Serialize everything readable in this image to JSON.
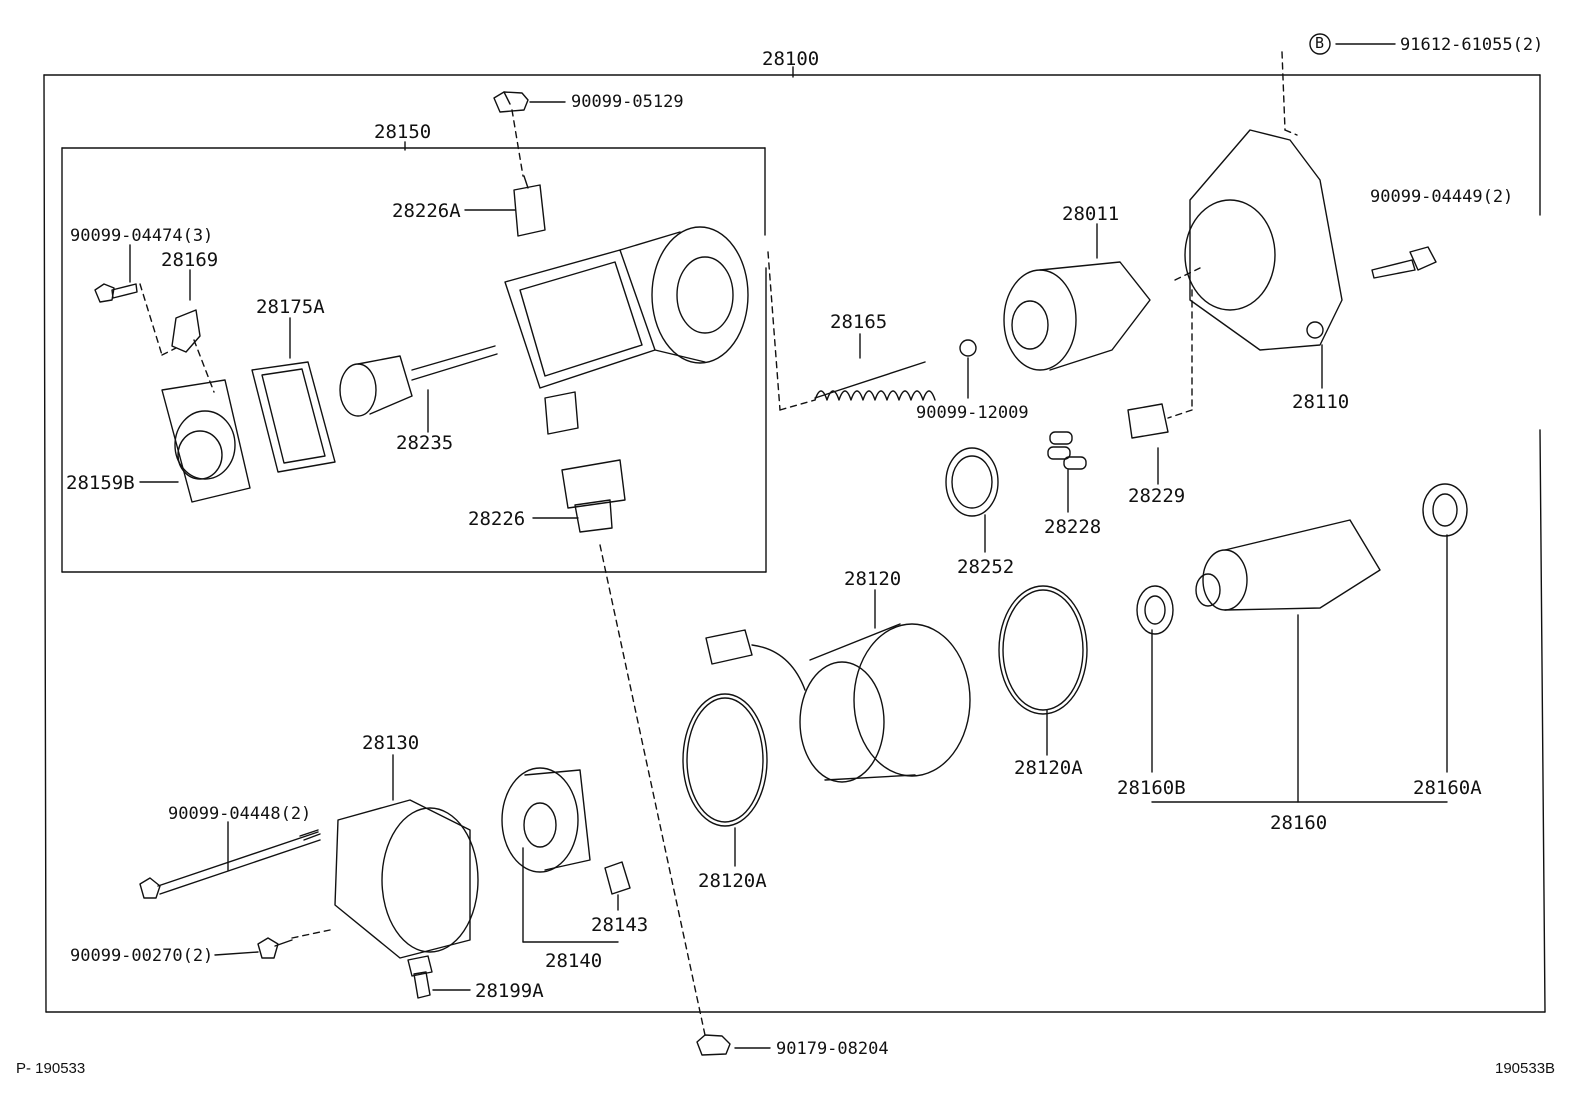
{
  "diagram": {
    "assembly_label": "28100",
    "sub_assembly_label": "28150",
    "circle_marker": "B",
    "parts": {
      "p_91612": "91612-61055(2)",
      "p_90099_05129": "90099-05129",
      "p_90099_04449": "90099-04449(2)",
      "p_90099_04474": "90099-04474(3)",
      "p_28226A": "28226A",
      "p_28169": "28169",
      "p_28175A": "28175A",
      "p_28235": "28235",
      "p_28159B": "28159B",
      "p_28226": "28226",
      "p_28011": "28011",
      "p_28165": "28165",
      "p_90099_12009": "90099-12009",
      "p_28110": "28110",
      "p_28228": "28228",
      "p_28229": "28229",
      "p_28252": "28252",
      "p_28120": "28120",
      "p_28120A_right": "28120A",
      "p_28120A_left": "28120A",
      "p_28130": "28130",
      "p_90099_04448": "90099-04448(2)",
      "p_90099_00270": "90099-00270(2)",
      "p_28143": "28143",
      "p_28140": "28140",
      "p_28199A": "28199A",
      "p_28160B": "28160B",
      "p_28160A": "28160A",
      "p_28160": "28160",
      "p_90179_08204": "90179-08204"
    }
  },
  "footer": {
    "left_code": "P- 190533",
    "right_code": "190533B"
  }
}
